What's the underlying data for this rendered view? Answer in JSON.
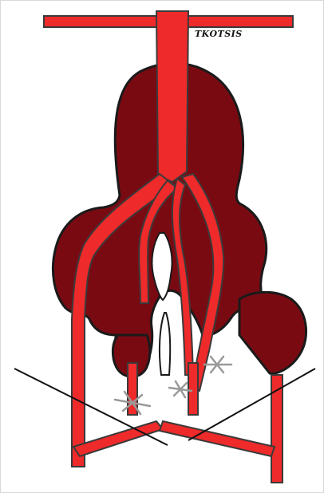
{
  "signature": "TKOTSIS",
  "colors": {
    "artery": "#ee2a2a",
    "artery_outline": "#3a3a3a",
    "aneurysm": "#7a0a12",
    "aneurysm_outline": "#1a1a1a",
    "ligature": "#9a9a9a",
    "cross_lines": "#111111"
  },
  "elements": {
    "top_bar": "horizontal-artery-bar",
    "aneurysm_mass": "dark-red-aneurysm-sac",
    "ligature_marks": "ligature-x-marks",
    "crossing_lines": "diagonal-crossing-lines"
  }
}
